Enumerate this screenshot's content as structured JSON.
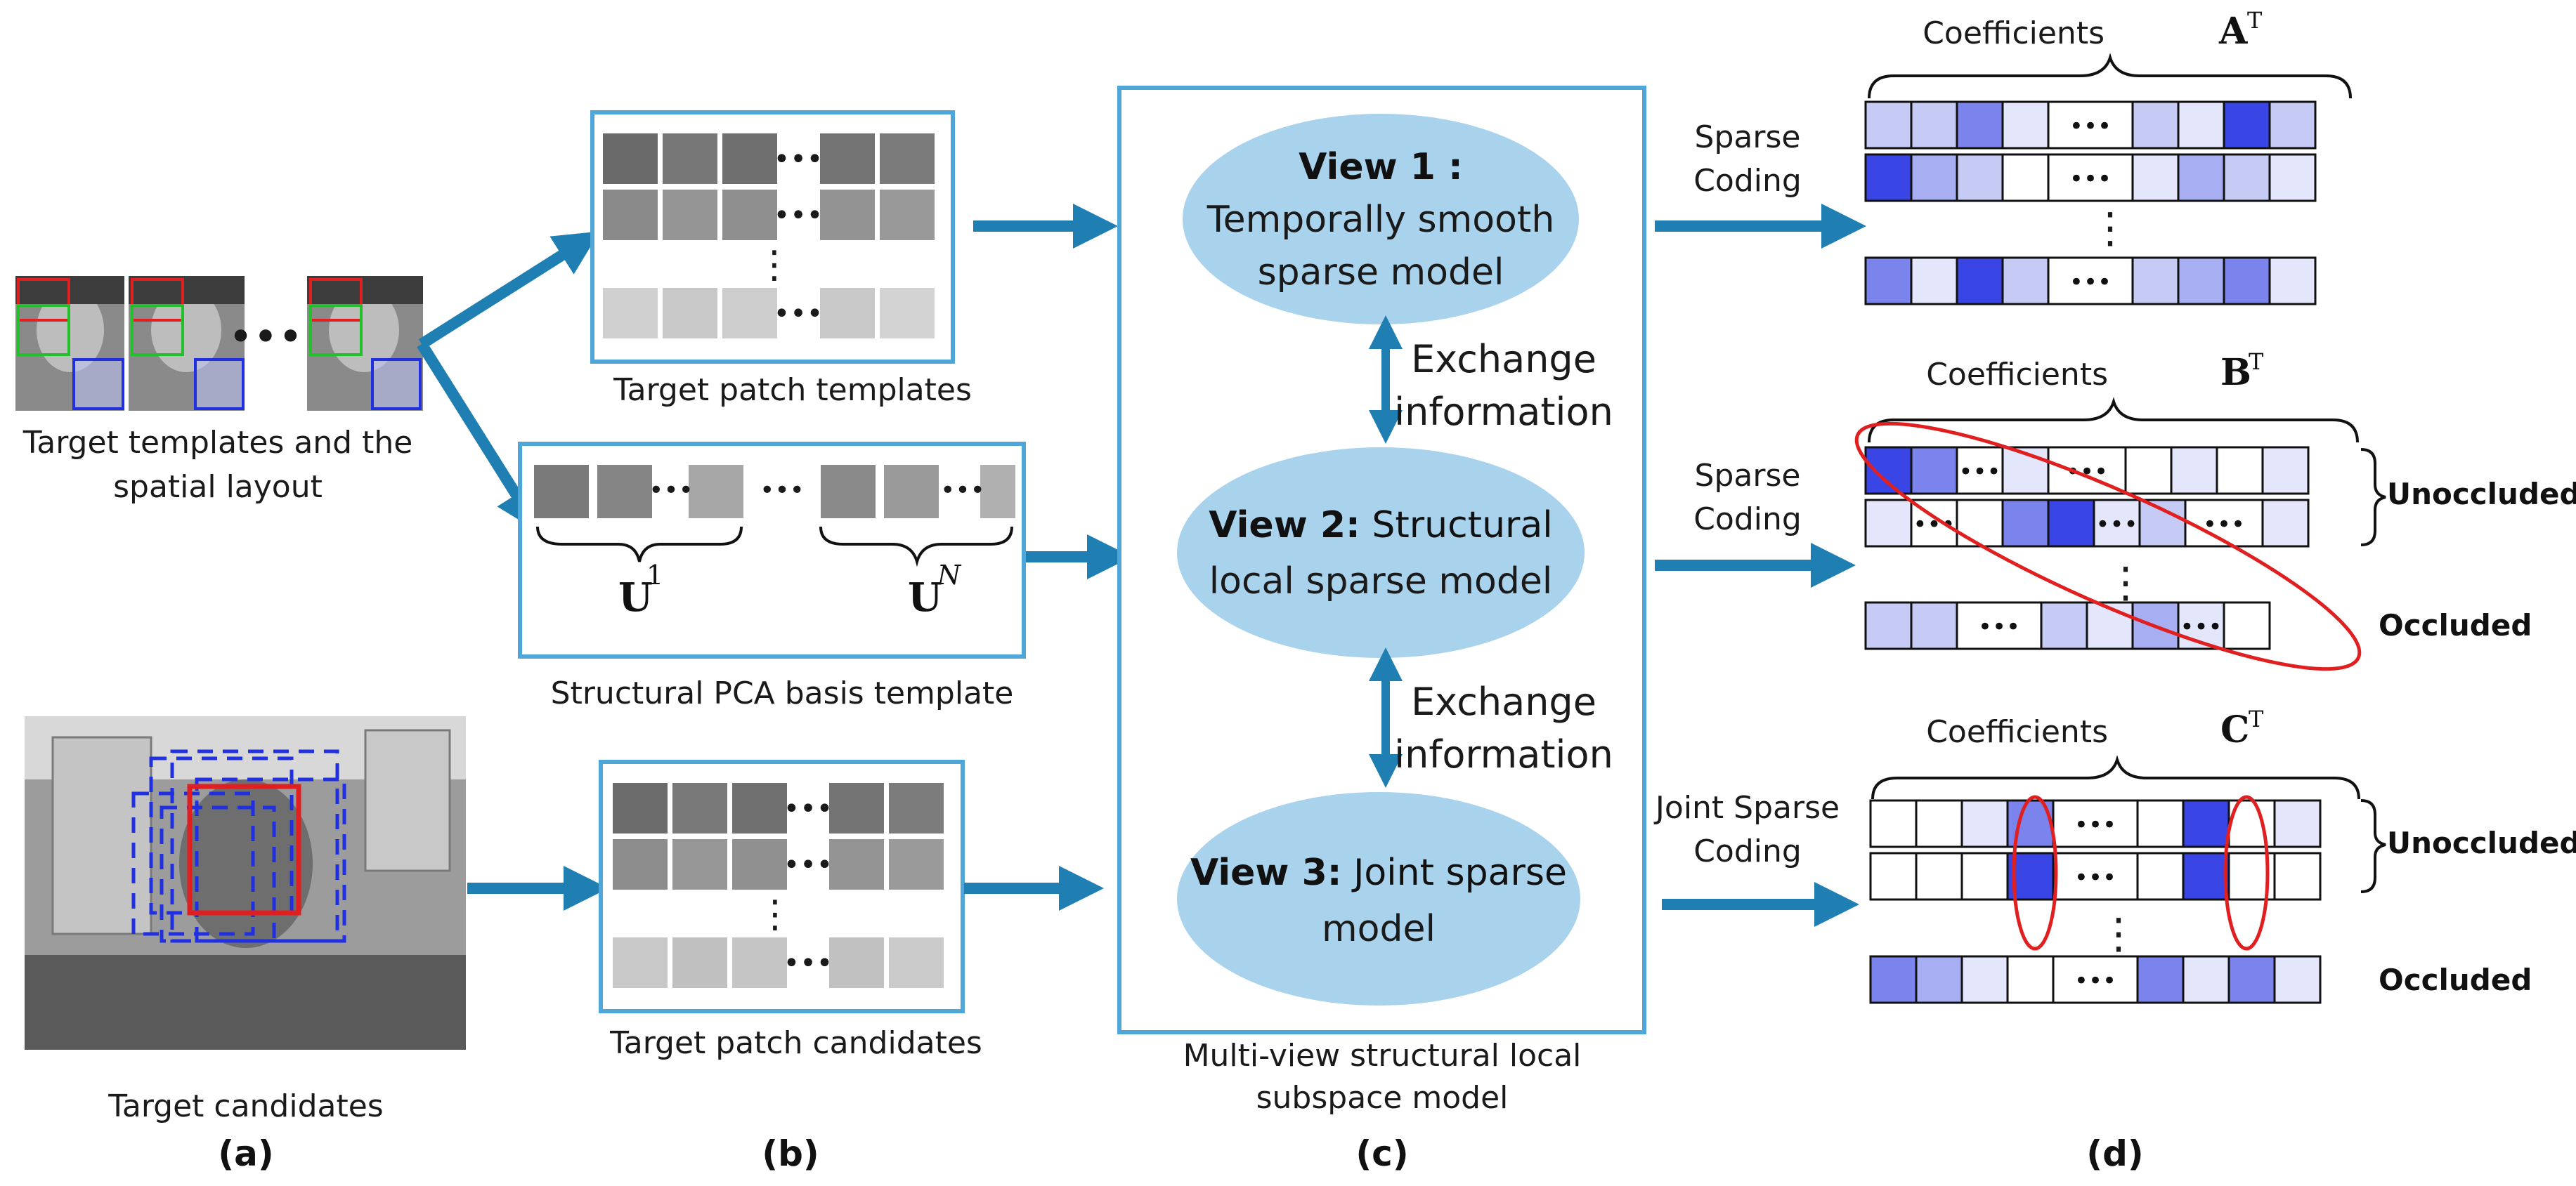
{
  "panel_a": {
    "templates_caption_line1": "Target templates and the",
    "templates_caption_line2": "spatial layout",
    "candidates_caption": "Target candidates",
    "panel_label": "(a)"
  },
  "panel_b": {
    "templates_caption": "Target patch templates",
    "basis_caption": "Structural PCA basis template",
    "basis_sub_first_base": "U",
    "basis_sub_first_sup": "1",
    "basis_sub_last_base": "U",
    "basis_sub_last_sup": "N",
    "candidates_caption": "Target patch candidates",
    "panel_label": "(b)"
  },
  "panel_c": {
    "view1_title": "View 1 :",
    "view1_line1": "Temporally smooth",
    "view1_line2": "sparse model",
    "view2_title": "View 2:",
    "view2_line1_rest": " Structural",
    "view2_line2": "local sparse model",
    "view3_title": "View 3:",
    "view3_line1_rest": " Joint sparse",
    "view3_line2": "model",
    "exchange_line1": "Exchange",
    "exchange_line2": "information",
    "caption_line1": "Multi-view structural local",
    "caption_line2": "subspace model",
    "panel_label": "(c)"
  },
  "panel_d": {
    "coding1_line1": "Sparse",
    "coding1_line2": "Coding",
    "coding2_line1": "Sparse",
    "coding2_line2": "Coding",
    "coding3_line1": "Joint Sparse",
    "coding3_line2": "Coding",
    "coef_word": "Coefficients",
    "coefA_base": "A",
    "coefB_base": "B",
    "coefC_base": "C",
    "coef_sup": "T",
    "unoccluded": "Unoccluded",
    "occluded": "Occluded",
    "panel_label": "(d)",
    "ellipsis": "•••",
    "vdots": "⋮"
  },
  "colors": {
    "arrow": "#1f7fb3",
    "box_border": "#4fa6d8",
    "ellipse_fill": "#a9d2ec",
    "red": "#e02020",
    "green": "#22c02a",
    "blue": "#2030e0"
  }
}
